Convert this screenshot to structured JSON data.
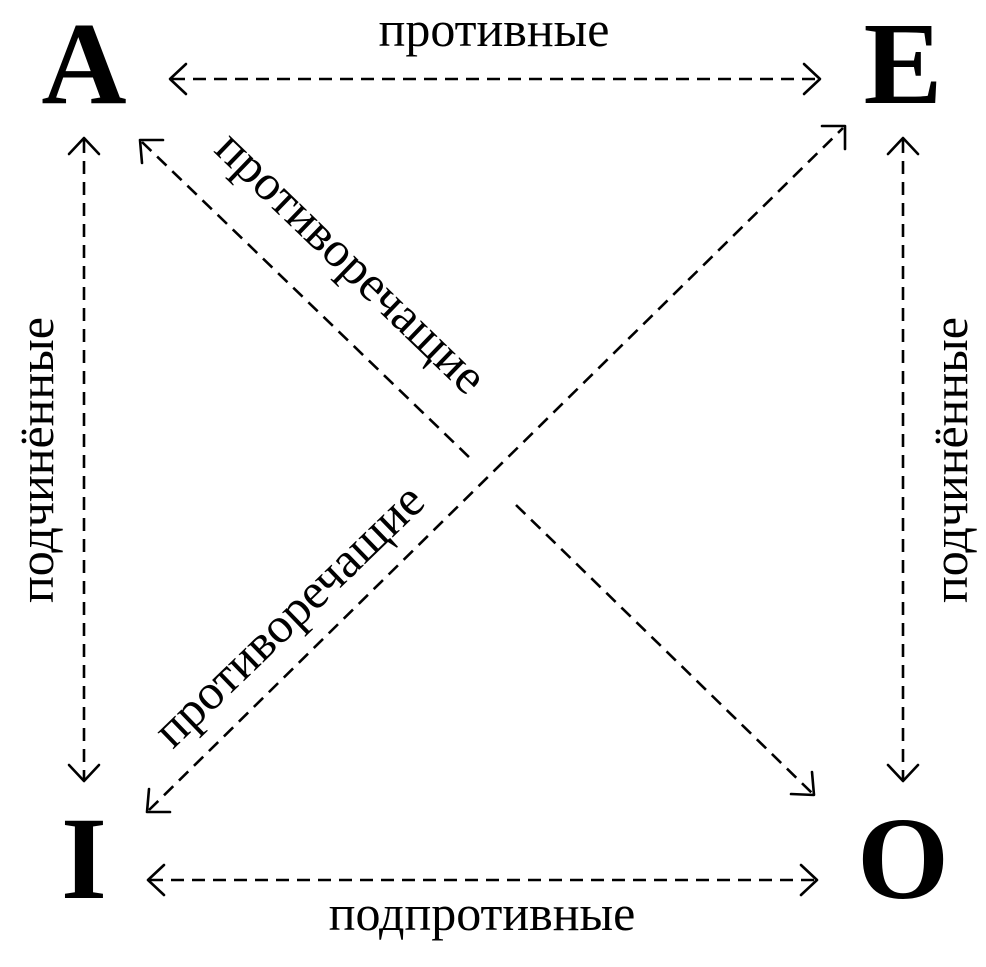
{
  "corners": {
    "a": "A",
    "e": "E",
    "i": "I",
    "o": "O"
  },
  "relations": {
    "top": "противные",
    "bottom": "подпротивные",
    "left": "подчинённые",
    "right": "подчинённые",
    "diag_ao": "противоречащие",
    "diag_ie": "противоречащие"
  }
}
